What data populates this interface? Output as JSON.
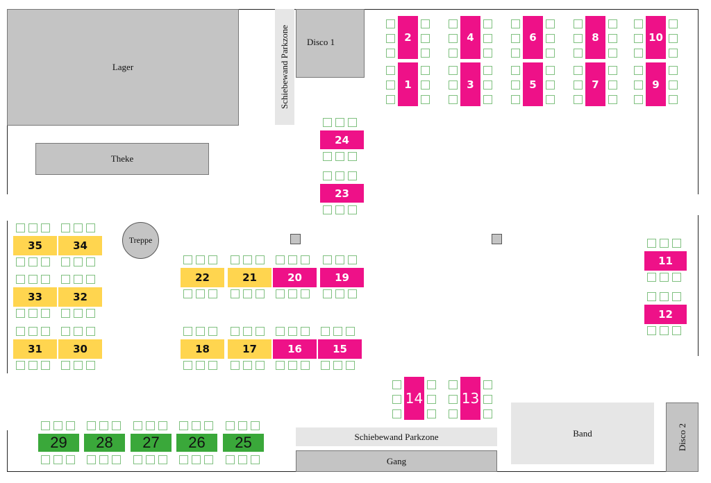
{
  "areas": {
    "lager": "Lager",
    "theke": "Theke",
    "disco1": "Disco 1",
    "disco2": "Disco 2",
    "schiebewand_vertical": "Schiebewand Parkzone",
    "schiebewand_horizontal": "Schiebewand Parkzone",
    "gang": "Gang",
    "band": "Band",
    "treppe": "Treppe"
  },
  "colors": {
    "reserved": "#ee1188",
    "option": "#ffd54f",
    "free": "#3aa83a"
  },
  "tables": {
    "t1": "1",
    "t2": "2",
    "t3": "3",
    "t4": "4",
    "t5": "5",
    "t6": "6",
    "t7": "7",
    "t8": "8",
    "t9": "9",
    "t10": "10",
    "t11": "11",
    "t12": "12",
    "t13": "13",
    "t14": "14",
    "t15": "15",
    "t16": "16",
    "t17": "17",
    "t18": "18",
    "t19": "19",
    "t20": "20",
    "t21": "21",
    "t22": "22",
    "t23": "23",
    "t24": "24",
    "t25": "25",
    "t26": "26",
    "t27": "27",
    "t28": "28",
    "t29": "29",
    "t30": "30",
    "t31": "31",
    "t32": "32",
    "t33": "33",
    "t34": "34",
    "t35": "35"
  }
}
